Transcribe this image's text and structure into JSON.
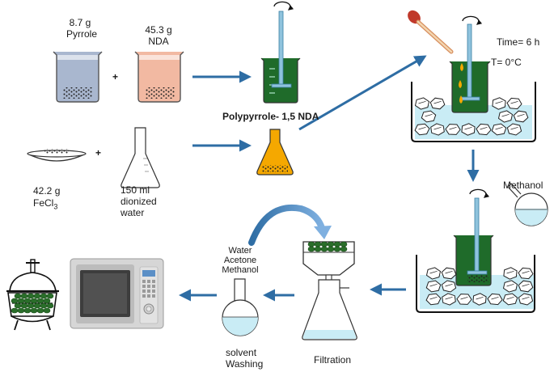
{
  "reagents": {
    "pyrrole": {
      "amount": "8.7 g",
      "name": "Pyrrole"
    },
    "nda": {
      "amount": "45.3 g",
      "name": "NDA"
    },
    "fecl3": {
      "amount": "42.2 g",
      "name_main": "FeCl",
      "name_sub": "3"
    },
    "water": {
      "line1": "150 ml",
      "line2": "dionized",
      "line3": "water"
    }
  },
  "operators": {
    "plus": "+"
  },
  "product_label": "Polypyrrole- 1,5 NDA",
  "conditions": {
    "time": "Time= 6 h",
    "temp": "T= 0°C"
  },
  "methanol_label": "Methanol",
  "wash_solvents": {
    "line1": "Water",
    "line2": "Acetone",
    "line3": "Methanol"
  },
  "wash_label": {
    "line1": "solvent",
    "line2": "Washing"
  },
  "filtration_label": "Filtration",
  "colors": {
    "arrow": "#2e6da4",
    "beaker_pyrrole": "#a9b7cf",
    "beaker_nda": "#f2b9a2",
    "flask_product": "#f5a800",
    "reactor_green": "#1f6b2a",
    "ice_bath": "#c9ecf5",
    "particles": "#2a6e2a"
  }
}
